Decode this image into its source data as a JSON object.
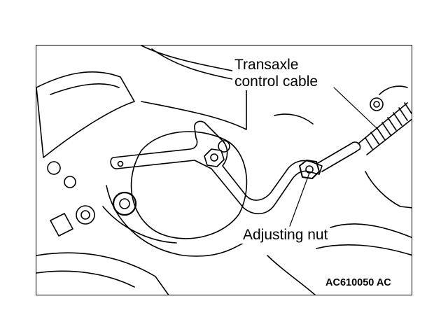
{
  "diagram": {
    "labels": {
      "cable_line1": "Transaxle",
      "cable_line2": "control cable",
      "adjusting_nut": "Adjusting nut",
      "figure_code": "AC610050 AC"
    }
  }
}
